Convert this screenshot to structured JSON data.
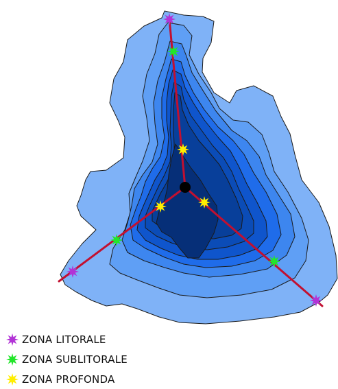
{
  "colors": {
    "level_1": "#7fb2f7",
    "level_2": "#5f9ff5",
    "level_3": "#3d86ef",
    "level_4": "#1f6cea",
    "level_5": "#0f55cc",
    "level_6": "#0b4cb7",
    "level_7": "#083f9a",
    "level_8": "#062f78",
    "outline": "#1a1a1a",
    "transect": "#c21030",
    "zona_litorale": "#b233d6",
    "zona_sublitorale": "#22e62a",
    "zona_profonda": "#ffee00",
    "center": "#000000"
  },
  "legend": [
    {
      "key": "zona_litorale",
      "label": "ZONA LITORALE",
      "icon": "star-icon"
    },
    {
      "key": "zona_sublitorale",
      "label": "ZONA SUBLITORALE",
      "icon": "star-icon"
    },
    {
      "key": "zona_profonda",
      "label": "ZONA PROFONDA",
      "icon": "star-icon"
    }
  ]
}
